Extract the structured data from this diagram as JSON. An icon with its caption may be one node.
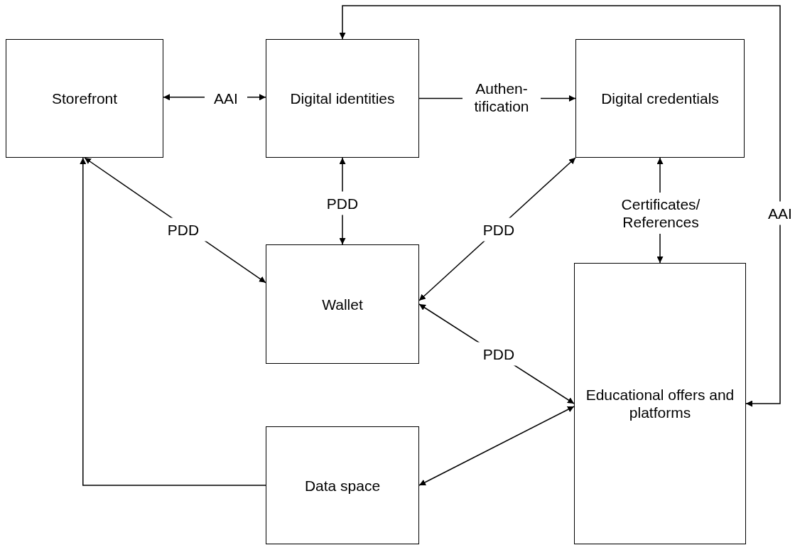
{
  "diagram": {
    "nodes": [
      {
        "text": [
          "Storefront"
        ]
      },
      {
        "text": [
          "Digital identities"
        ]
      },
      {
        "text": [
          "Digital credentials"
        ]
      },
      {
        "text": [
          "Wallet"
        ]
      },
      {
        "text": [
          "Educational offers and platforms"
        ]
      },
      {
        "text": [
          "Data space"
        ]
      }
    ],
    "edges": [
      {
        "from": 0,
        "to": 1,
        "arrow": "both",
        "label": "AAI"
      },
      {
        "from": 1,
        "to": 2,
        "arrow": "to",
        "label": "Authen- tification"
      },
      {
        "from": 1,
        "to": 3,
        "arrow": "both",
        "label": "PDD"
      },
      {
        "from": 0,
        "to": 3,
        "arrow": "both",
        "label": "PDD"
      },
      {
        "from": 3,
        "to": 2,
        "arrow": "both",
        "label": "PDD"
      },
      {
        "from": 2,
        "to": 4,
        "arrow": "both",
        "label": "Certificates/ References"
      },
      {
        "from": 3,
        "to": 4,
        "arrow": "both",
        "label": "PDD"
      },
      {
        "from": 5,
        "to": 4,
        "arrow": "both"
      },
      {
        "from": 5,
        "to": 0,
        "arrow": "to"
      },
      {
        "from": 4,
        "to": 1,
        "arrow": "both",
        "label": "AAI"
      }
    ]
  }
}
